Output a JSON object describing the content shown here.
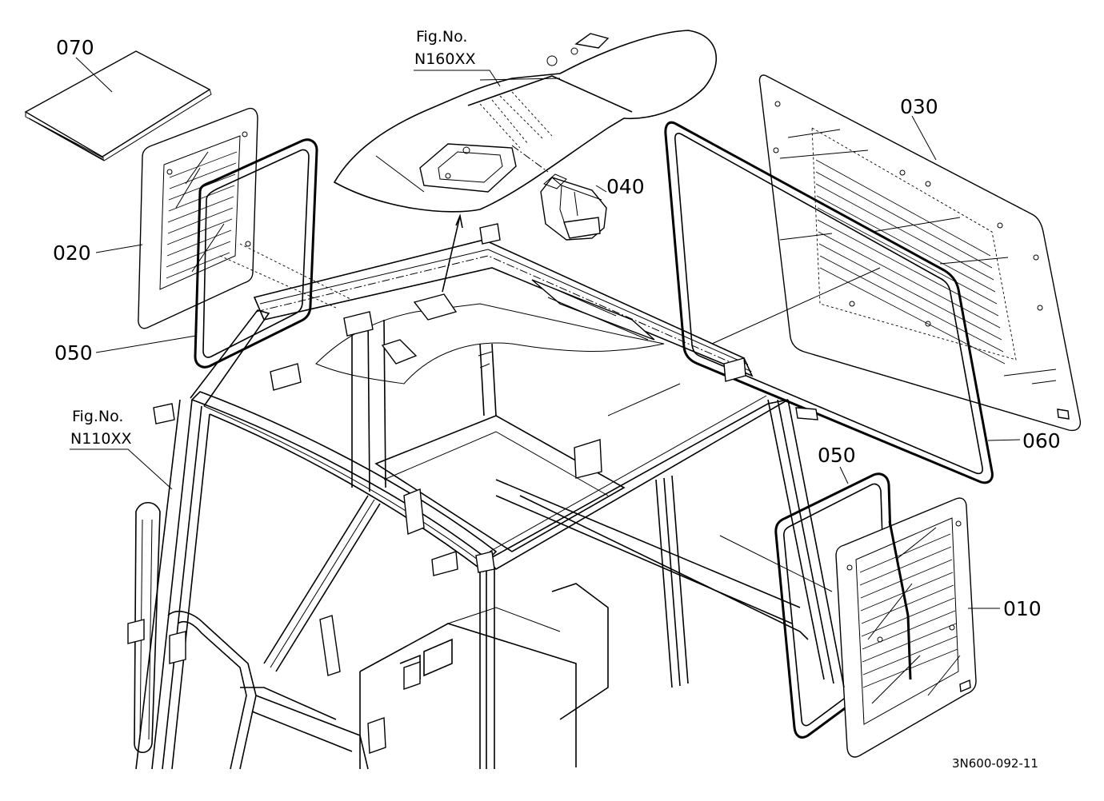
{
  "diagram": {
    "parts": [
      {
        "id": "p010",
        "label": "010"
      },
      {
        "id": "p020",
        "label": "020"
      },
      {
        "id": "p030",
        "label": "030"
      },
      {
        "id": "p040",
        "label": "040"
      },
      {
        "id": "p050a",
        "label": "050"
      },
      {
        "id": "p050b",
        "label": "050"
      },
      {
        "id": "p060",
        "label": "060"
      },
      {
        "id": "p070",
        "label": "070"
      }
    ],
    "figure_refs": [
      {
        "line1": "Fig.No.",
        "line2": "N160XX"
      },
      {
        "line1": "Fig.No.",
        "line2": "N110XX"
      }
    ],
    "drawing_code": "3N600-092-11"
  }
}
